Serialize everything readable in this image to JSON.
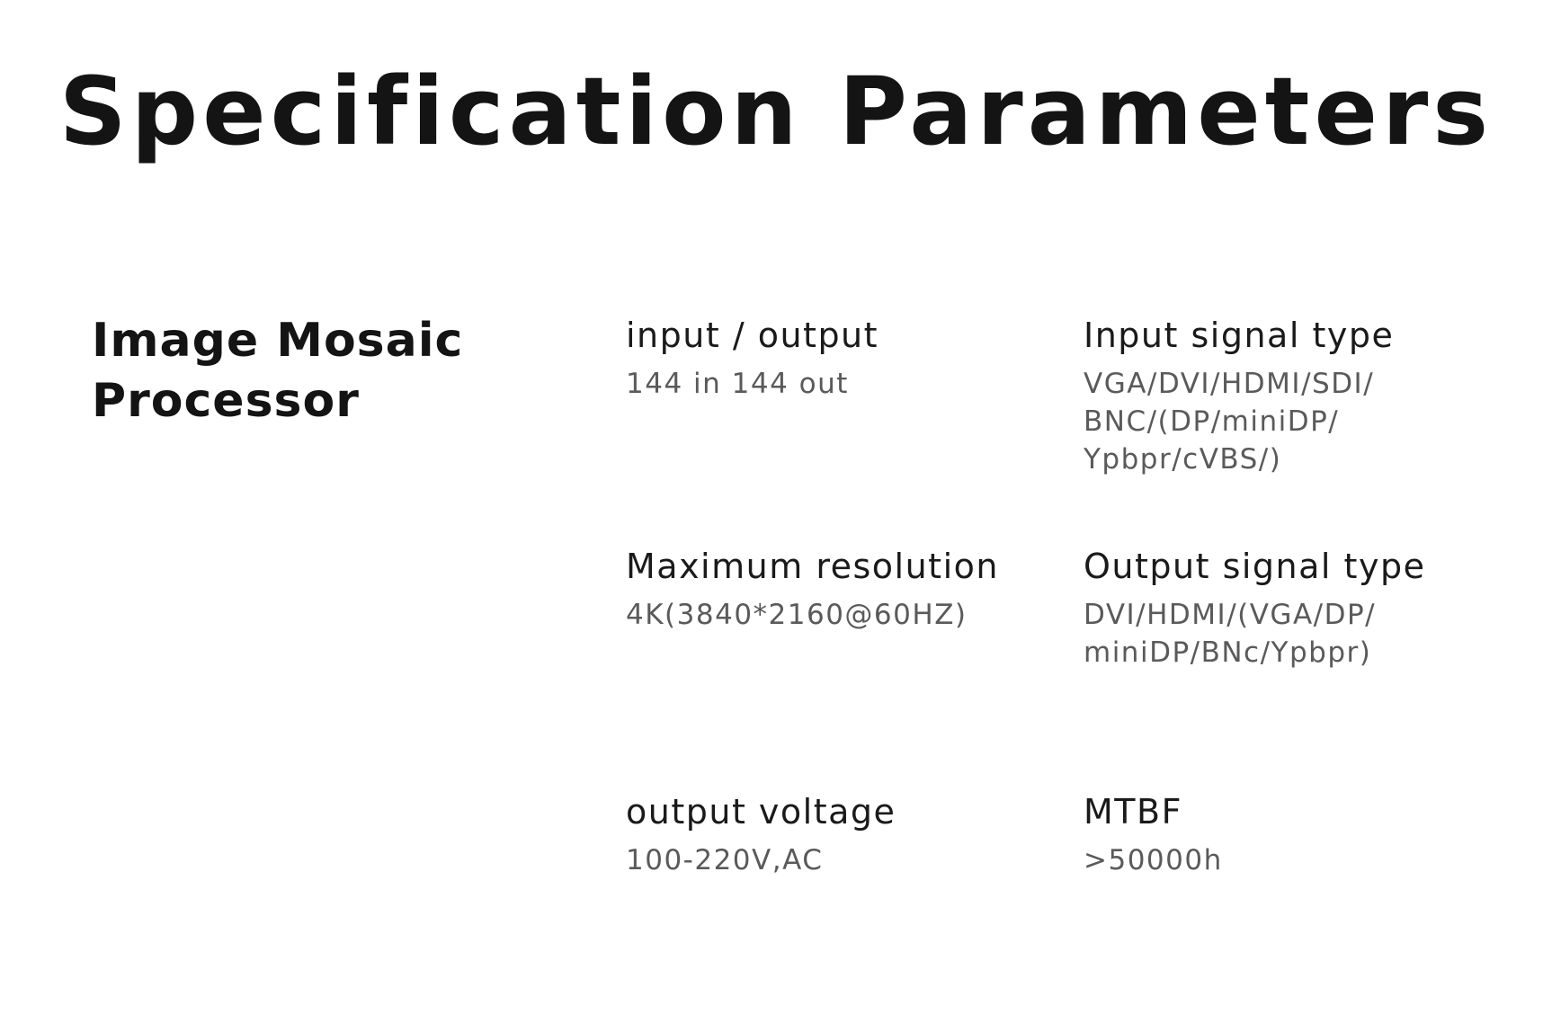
{
  "title": "Specification Parameters",
  "product": {
    "name_line1": "Image Mosaic",
    "name_line2": "Processor"
  },
  "specs": [
    {
      "label": "input / output",
      "value": "144 in 144 out"
    },
    {
      "label": "Input signal type",
      "value": "VGA/DVI/HDMI/SDI/\nBNC/(DP/miniDP/\nYpbpr/cVBS/)"
    },
    {
      "label": "Maximum resolution",
      "value": "4K(3840*2160@60HZ)"
    },
    {
      "label": "Output signal type",
      "value": "DVI/HDMI/(VGA/DP/\nminiDP/BNc/Ypbpr)"
    },
    {
      "label": "output voltage",
      "value": "100-220V,AC"
    },
    {
      "label": " MTBF",
      "value": ">50000h"
    }
  ]
}
